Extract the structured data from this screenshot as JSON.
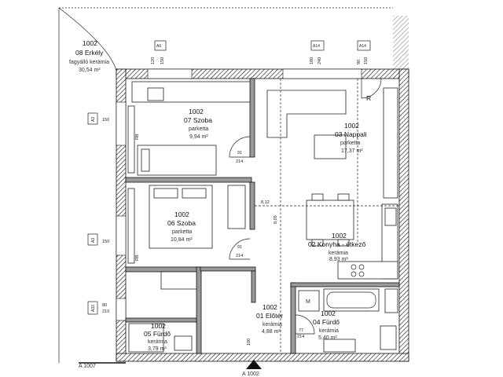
{
  "rooms": {
    "balcony": {
      "num": "1002",
      "name": "08 Erkély",
      "material": "fagyálló kerámia",
      "area": "30,54 m²"
    },
    "room7": {
      "num": "1002",
      "name": "07 Szoba",
      "material": "parketta",
      "area": "9,94 m²"
    },
    "living": {
      "num": "1002",
      "name": "03 Nappali",
      "material": "parketta",
      "area": "17,37 m²"
    },
    "room6": {
      "num": "1002",
      "name": "06 Szoba",
      "material": "parketta",
      "area": "10,84 m²"
    },
    "kitchen": {
      "num": "1002",
      "name": "02 Konyha - étkező",
      "material": "kerámia",
      "area": "8,93 m²"
    },
    "hall": {
      "num": "1002",
      "name": "01 Előtér",
      "material": "kerámia",
      "area": "4,88 m²"
    },
    "bath": {
      "num": "1002",
      "name": "04 Fürdő",
      "material": "kerámia",
      "area": "5,40 m²"
    },
    "bath2": {
      "num": "1002",
      "name": "05 Fürdő",
      "material": "kerámia",
      "area": "3,79 m²"
    }
  },
  "doors": {
    "d1": {
      "w": "91",
      "h": "214"
    },
    "d2": {
      "w": "91",
      "h": "214"
    },
    "d3": {
      "w": "77",
      "h": "214"
    }
  },
  "dimensions": {
    "d812": "8,12",
    "d805": "8,05",
    "d120": "120",
    "d150a": "150",
    "d150b": "150",
    "d180": "180",
    "d240": "240",
    "d90": "90",
    "d150c": "150",
    "d150d": "150",
    "d80": "80",
    "d210": "210",
    "d100": "100"
  },
  "window_tags": {
    "a6": "A6",
    "a14": "A14",
    "a14b": "A14",
    "a3_1": "A3",
    "a3_2": "A3",
    "a33": "A33"
  },
  "markers": {
    "rb1": "RB",
    "rb2": "RB",
    "r": "R",
    "m": "M",
    "section": "A 1002",
    "section_left": "A 1007"
  }
}
